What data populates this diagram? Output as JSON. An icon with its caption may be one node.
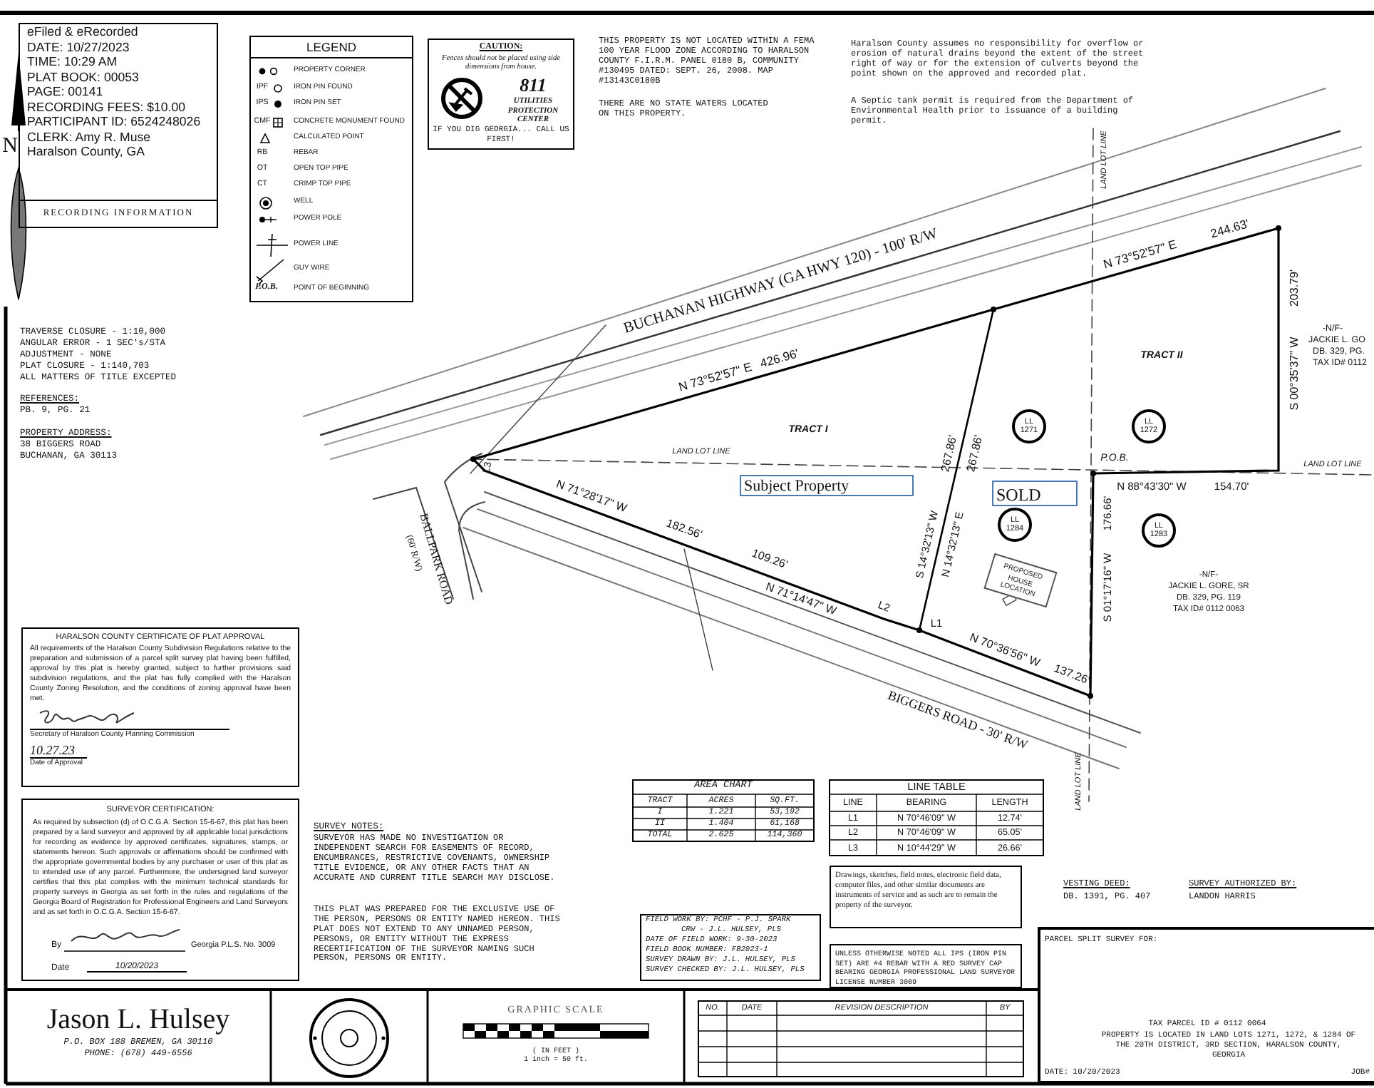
{
  "diagram": {
    "nodes": [
      {
        "text": [
          "eFiled & eRecorded",
          "DATE: 10/27/2023",
          "TIME: 10:29 AM",
          "PLAT BOOK: 00053",
          "PAGE: 00141",
          "RECORDING FEES: $10.00",
          "PARTICIPANT ID: 6524248026",
          "CLERK: Amy R. Muse",
          "Haralson County, GA",
          "RECORDING INFORMATION"
        ]
      },
      {
        "text": [
          "LEGEND"
        ]
      },
      {
        "text": [
          "CAUTION:",
          "Fences should not be placed using side dimensions from house.",
          "811",
          "UTILITIES PROTECTION CENTER",
          "IF YOU DIG GEORGIA... CALL US FIRST!"
        ]
      },
      {
        "text": [
          "LL 1271"
        ]
      },
      {
        "text": [
          "LL 1272"
        ]
      },
      {
        "text": [
          "Subject Property"
        ]
      },
      {
        "text": [
          "SOLD"
        ]
      },
      {
        "text": [
          "LL 1284"
        ]
      },
      {
        "text": [
          "LL 1283"
        ]
      },
      {
        "text": [
          "PROPOSED HOUSE LOCATION"
        ]
      },
      {
        "text": [
          "HARALSON COUNTY CERTIFICATE OF PLAT APPROVAL",
          "All requirements of the Haralson County Subdivision Regulations relative to the preparation and submission of a parcel split survey plat having been fulfilled, approval by this plat is hereby granted, subject to further provisions said subdivision regulations, and the plat has fully complied with the Haralson County Zoning Resolution, and the conditions of zoning approval have been met.",
          "Secretary of Haralson County Planning Commission",
          "10.27.23",
          "Date of Approval"
        ]
      },
      {
        "text": [
          "SURVEYOR CERTIFICATION:",
          "As required by subsection (d) of O.C.G.A. Section 15-6-67, this plat has been prepared by a land surveyor and approved by all applicable local jurisdictions for recording as evidence by approved certificates, signatures, stamps, or statements hereon. Such approvals or affirmations should be confirmed with the appropriate governmental bodies by any purchaser or user of this plat as to intended use of any parcel. Furthermore, the undersigned land surveyor certifies that this plat complies with the minimum technical standards for property surveys in Georgia as set forth in the rules and regulations of the Georgia Board of Registration for Professional Engineers and Land Surveyors and as set forth in O.C.G.A. Section 15-6-67.",
          "By",
          "Georgia P.L.S. No. 3009",
          "Date",
          "10/20/2023"
        ]
      },
      {
        "text": [
          "Drawings, sketches, field notes, electronic field data, computer files, and other similar documents are instruments of service and as such are to remain the property of the surveyor."
        ]
      },
      {
        "text": [
          "FIELD WORK BY: PCHF - P.J. SPARK",
          "CRW - J.L. HULSEY, PLS",
          "DATE OF FIELD WORK: 9-30-2023",
          "FIELD BOOK NUMBER: FB2023-1",
          "SURVEY DRAWN BY: J.L. HULSEY, PLS",
          "SURVEY CHECKED BY: J.L. HULSEY, PLS"
        ]
      },
      {
        "text": [
          "UNLESS OTHERWISE NOTED ALL IPS (IRON PIN SET) ARE #4 REBAR WITH A RED SURVEY CAP BEARING GEORGIA PROFESSIONAL LAND SURVEYOR LICENSE NUMBER 3009"
        ]
      },
      {
        "text": [
          "Jason L. Hulsey",
          "P.O. BOX 188 BREMEN, GA 30110",
          "PHONE: (678) 449-6556"
        ]
      },
      {
        "text": [],
        "shape": "picture"
      },
      {
        "text": [
          "GRAPHIC SCALE",
          "( IN FEET )",
          "1 inch = 50 ft."
        ]
      },
      {
        "text": [
          "PARCEL SPLIT SURVEY FOR:",
          "TAX PARCEL ID # 0112 0064",
          "PROPERTY IS LOCATED IN LAND LOTS 1271, 1272, & 1284 OF THE 20TH DISTRICT, 3RD SECTION, HARALSON COUNTY, GEORGIA",
          "DATE: 10/20/2023",
          "JOB#"
        ]
      }
    ],
    "labels": [
      "N",
      "TRAVERSE CLOSURE - 1:10,000",
      "ANGULAR ERROR - 1 SEC's/STA",
      "ADJUSTMENT - NONE",
      "PLAT CLOSURE - 1:140,703",
      "ALL MATTERS OF TITLE EXCEPTED",
      "REFERENCES:",
      "PB. 9, PG. 21",
      "PROPERTY ADDRESS:",
      "38 BIGGERS ROAD",
      "BUCHANAN, GA 30113",
      "THIS PROPERTY IS NOT LOCATED WITHIN A FEMA 100 YEAR FLOOD ZONE ACCORDING TO HARALSON COUNTY F.I.R.M. PANEL 0180 B, COMMUNITY #130495 DATED: SEPT. 26, 2008. MAP #13143C0180B",
      "THERE ARE NO STATE WATERS LOCATED ON THIS PROPERTY.",
      "Haralson County assumes no responsibility for overflow or erosion of natural drains beyond the extent of the street right of way or for the extension of culverts beyond the point shown on the approved and recorded plat.",
      "A Septic tank permit is required from the Department of Environmental Health prior to issuance of a building permit.",
      "BUCHANAN HIGHWAY (GA HWY 120) - 100' R/W",
      "N 73°52'57\" E",
      "426.96'",
      "N 73°52'57\" E",
      "244.63'",
      "LAND LOT LINE",
      "TRACT I",
      "LAND LOT LINE",
      "267.86'",
      "267.86'",
      "TRACT II",
      "S 00°35'37\" W",
      "203.79'",
      "-N/F-",
      "JACKIE L. GO",
      "DB. 329, PG.",
      "TAX ID# 0112",
      "P.O.B.",
      "LAND LOT LINE",
      "N 71°28'17\" W",
      "182.56'",
      "L3",
      "S 14°32'13\" W",
      "N 14°32'13\" E",
      "N 88°43'30\" W",
      "154.70'",
      "S 01°17'16\" W",
      "176.66'",
      "-N/F-",
      "JACKIE L. GORE, SR",
      "DB. 329, PG. 119",
      "TAX ID# 0112 0063",
      "109.26'",
      "N 71°14'47\" W",
      "L2",
      "L1",
      "N 70°36'56\" W",
      "137.26'",
      "BIGGERS ROAD - 30' R/W",
      "BALLPARK ROAD",
      "(60' R/W)",
      "LAND LOT LINE",
      "SURVEY NOTES:",
      "SURVEYOR HAS MADE NO INVESTIGATION OR INDEPENDENT SEARCH FOR EASEMENTS OF RECORD, ENCUMBRANCES, RESTRICTIVE COVENANTS, OWNERSHIP TITLE EVIDENCE, OR ANY OTHER FACTS THAT AN ACCURATE AND CURRENT TITLE SEARCH MAY DISCLOSE.",
      "THIS PLAT WAS PREPARED FOR THE EXCLUSIVE USE OF THE PERSON, PERSONS OR ENTITY NAMED HEREON. THIS PLAT DOES NOT EXTEND TO ANY UNNAMED PERSON, PERSONS, OR ENTITY WITHOUT THE EXPRESS RECERTIFICATION OF THE SURVEYOR NAMING SUCH PERSON, PERSONS OR ENTITY.",
      "AREA CHART",
      "TRACT",
      "ACRES",
      "SQ.FT.",
      "I",
      "1.221",
      "53,192",
      "II",
      "1.404",
      "61,168",
      "TOTAL",
      "2.625",
      "114,360",
      "LINE TABLE",
      "LINE",
      "BEARING",
      "LENGTH",
      "L1",
      "N 70°46'09\" W",
      "12.74'",
      "L2",
      "N 70°46'09\" W",
      "65.05'",
      "L3",
      "N 10°44'29\" W",
      "26.66'",
      "VESTING DEED:",
      "DB. 1391, PG. 407",
      "SURVEY AUTHORIZED BY:",
      "LANDON HARRIS",
      "NO.",
      "DATE",
      "REVISION DESCRIPTION",
      "BY",
      "IPF",
      "IPS",
      "CMF",
      "RB",
      "OT",
      "CT",
      "P.O.B."
    ],
    "legend": [
      {
        "text": "PROPERTY CORNER"
      },
      {
        "text": "IRON PIN FOUND"
      },
      {
        "text": "IRON PIN SET"
      },
      {
        "text": "CONCRETE MONUMENT FOUND"
      },
      {
        "text": "CALCULATED POINT"
      },
      {
        "text": "REBAR"
      },
      {
        "text": "OPEN TOP PIPE"
      },
      {
        "text": "CRIMP TOP PIPE"
      },
      {
        "text": "WELL"
      },
      {
        "text": "POWER POLE"
      },
      {
        "text": "POWER LINE"
      },
      {
        "text": "GUY WIRE"
      },
      {
        "text": "POINT OF BEGINNING"
      }
    ]
  }
}
